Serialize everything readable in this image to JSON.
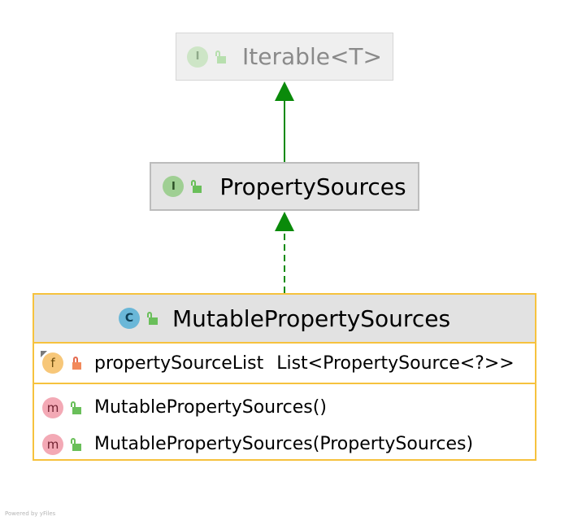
{
  "nodes": {
    "iterable": {
      "kind": "interface",
      "badge_letter": "I",
      "title": "Iterable<T>",
      "faded": true,
      "visibility": "public"
    },
    "property_sources": {
      "kind": "interface",
      "badge_letter": "I",
      "title": "PropertySources",
      "visibility": "public"
    },
    "mutable_property_sources": {
      "kind": "class",
      "badge_letter": "C",
      "title": "MutablePropertySources",
      "visibility": "public",
      "fields": [
        {
          "badge_letter": "f",
          "visibility": "private",
          "name": "propertySourceList",
          "type": "List<PropertySource<?>>"
        }
      ],
      "methods": [
        {
          "badge_letter": "m",
          "visibility": "public",
          "signature": "MutablePropertySources()"
        },
        {
          "badge_letter": "m",
          "visibility": "public",
          "signature": "MutablePropertySources(PropertySources)"
        }
      ]
    }
  },
  "edges": [
    {
      "from": "property_sources",
      "to": "iterable",
      "type": "extends",
      "style": "solid",
      "color": "#0a8a0a"
    },
    {
      "from": "mutable_property_sources",
      "to": "property_sources",
      "type": "implements",
      "style": "dashed",
      "color": "#0a8a0a"
    }
  ],
  "colors": {
    "arrow": "#0a8a0a",
    "class_border": "#f6c23e",
    "public_icon": "#6abf5a",
    "private_icon": "#f28a5c"
  },
  "watermark": "Powered by yFiles"
}
